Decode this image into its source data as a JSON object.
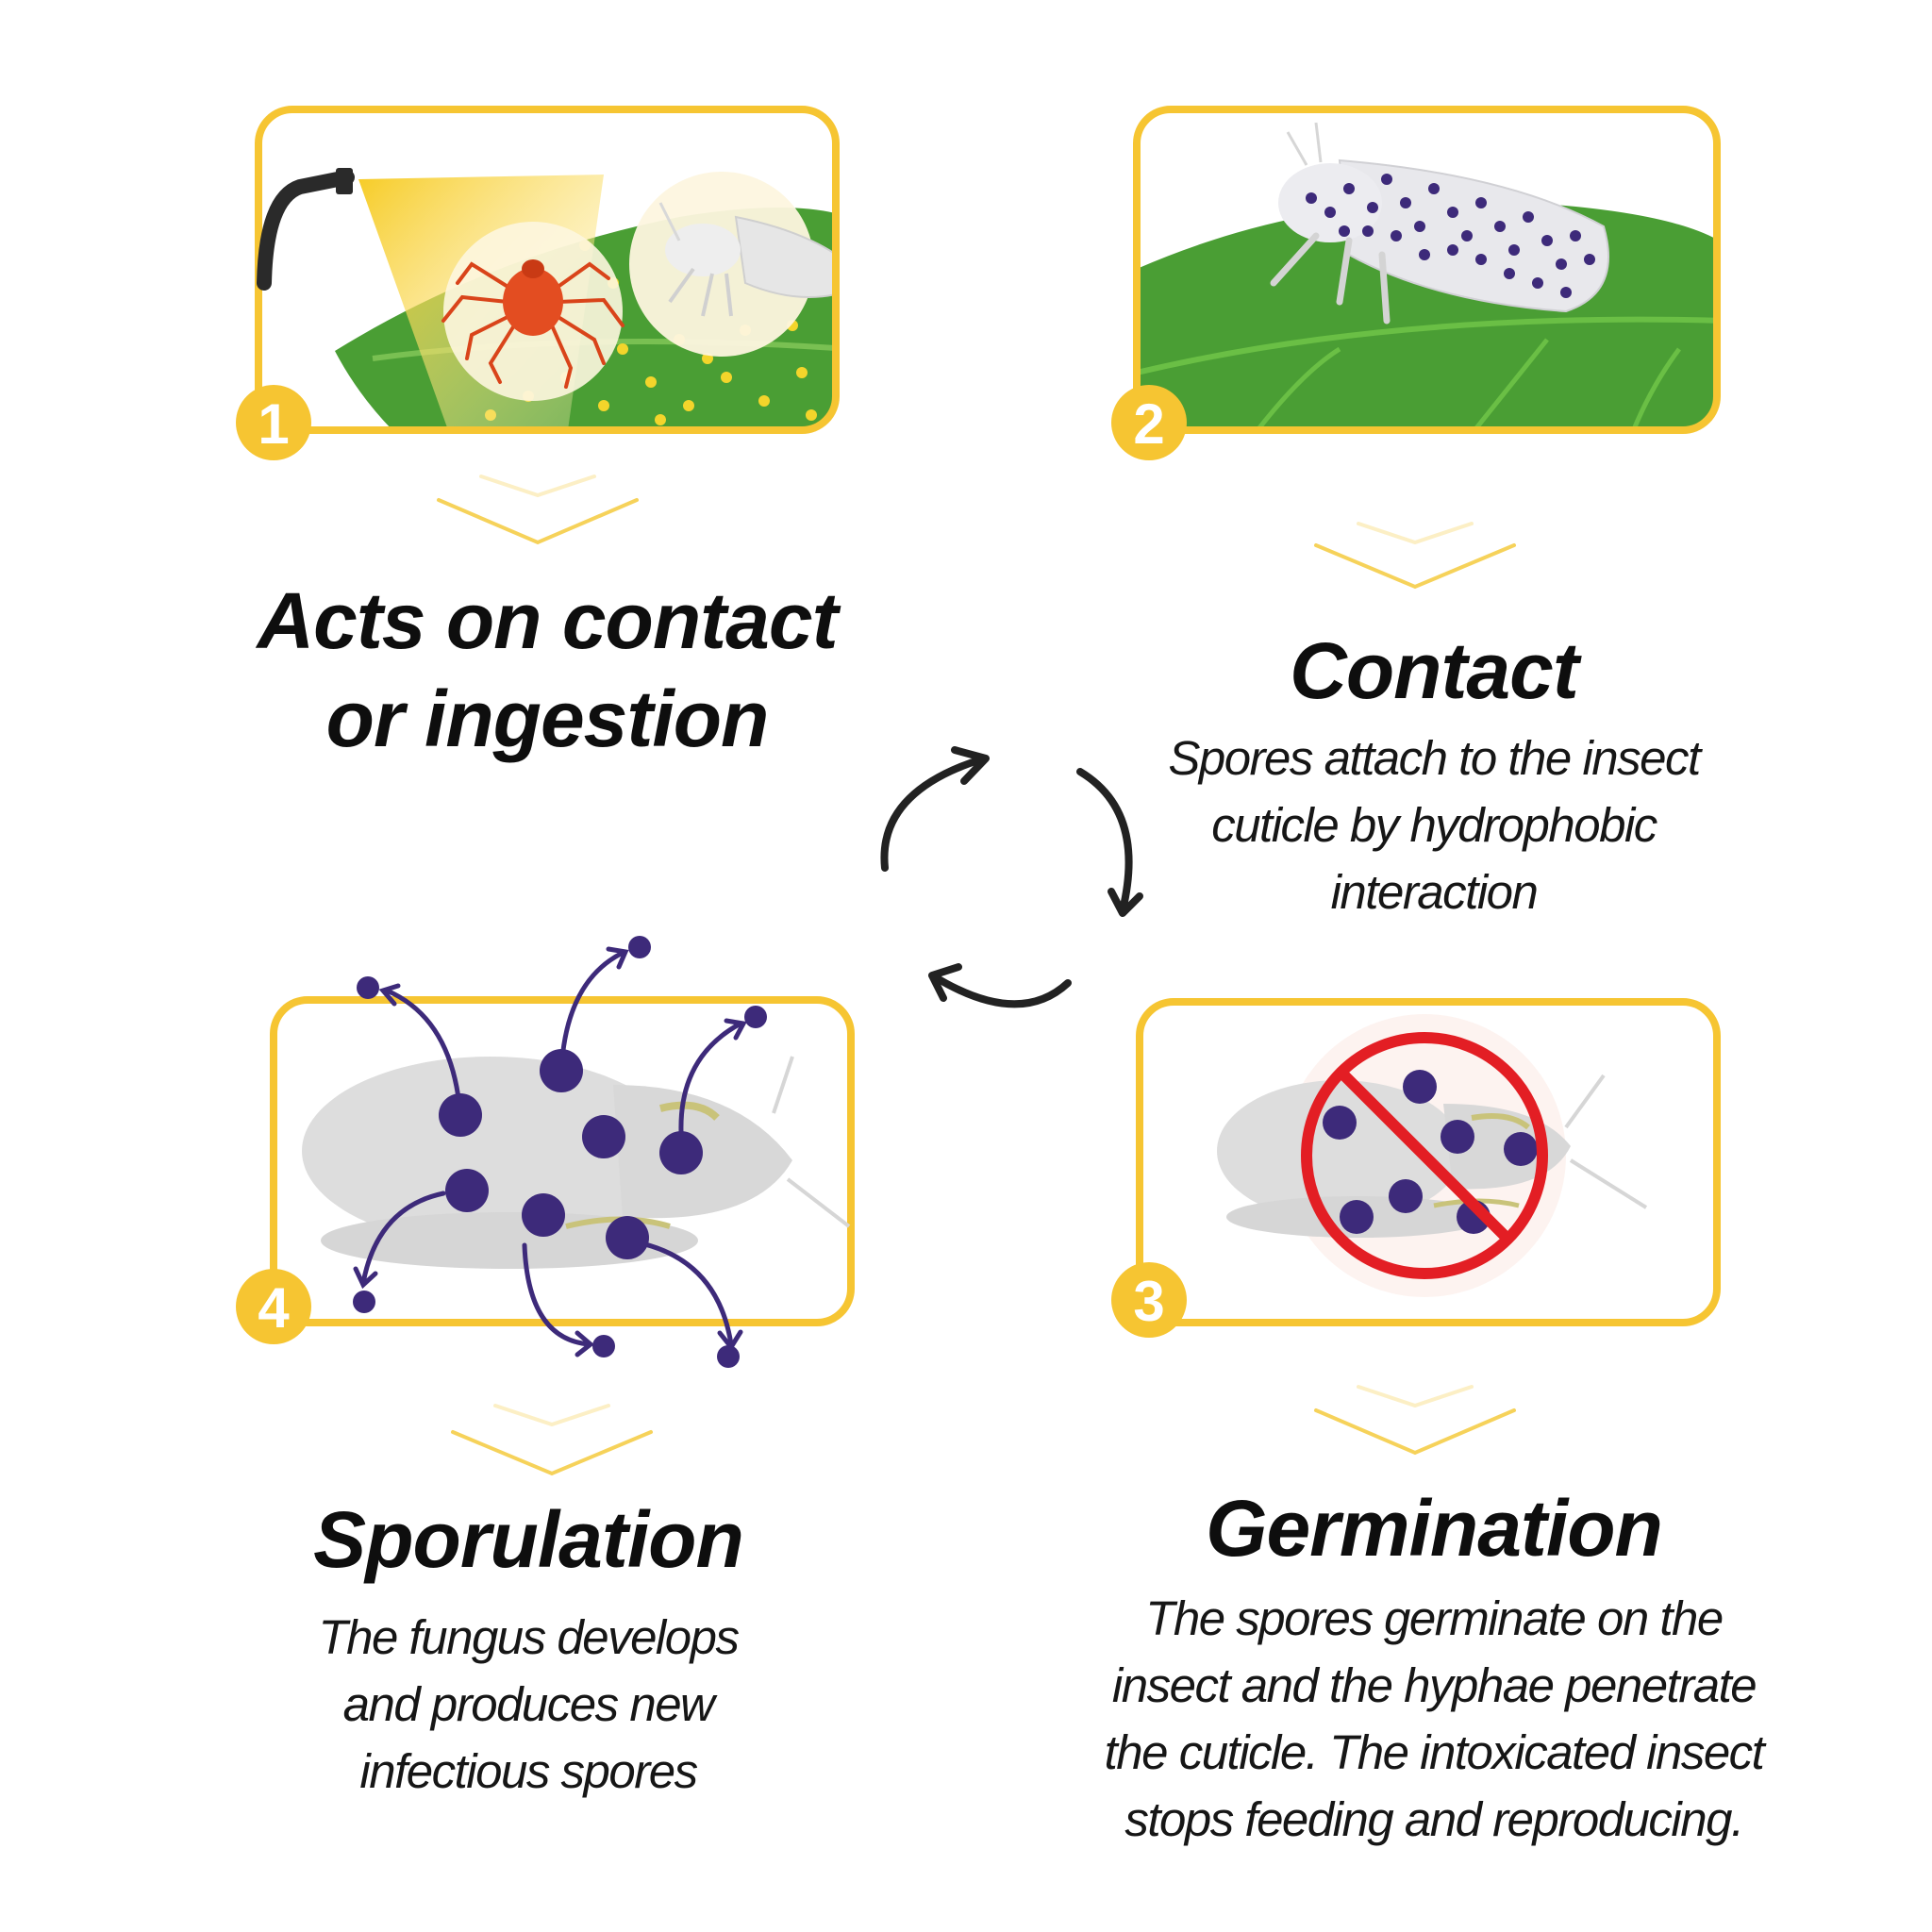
{
  "steps": [
    {
      "number": "1",
      "title_lines": [
        "Acts on contact",
        "or ingestion"
      ]
    },
    {
      "number": "2",
      "title_lines": [
        "Contact"
      ],
      "desc_lines": [
        "Spores attach to the insect",
        "cuticle by hydrophobic",
        "interaction"
      ]
    },
    {
      "number": "3",
      "title_lines": [
        "Germination"
      ],
      "desc_lines": [
        "The spores germinate on the",
        "insect and the hyphae penetrate",
        "the cuticle. The intoxicated insect",
        "stops feeding and reproducing."
      ]
    },
    {
      "number": "4",
      "title_lines": [
        "Sporulation"
      ],
      "desc_lines": [
        "The fungus develops",
        "and produces new",
        "infectious spores"
      ]
    }
  ],
  "colors": {
    "frame": "#f6c532",
    "leaf": "#4a9e34",
    "leaf_light": "#6abf45",
    "spore": "#3d2a7a",
    "insect": "#dcdcdc",
    "mite": "#e34d21",
    "prohibit": "#e31e24",
    "cycle_arrow": "#222222"
  },
  "icons": [
    "sprayer-icon",
    "mite-icon",
    "whitefly-icon",
    "prohibited-icon",
    "cycle-arrows-icon",
    "chevron-down-icon"
  ]
}
